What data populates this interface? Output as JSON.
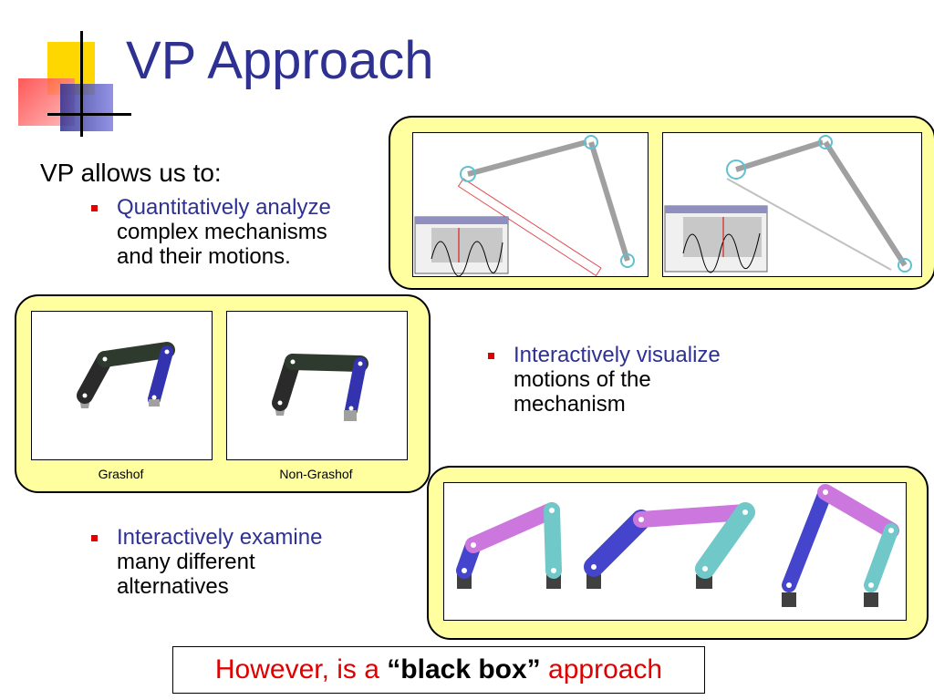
{
  "slide": {
    "title": "VP Approach",
    "intro": "VP allows us to:",
    "bullets": [
      {
        "highlight": "Quantitatively analyze",
        "rest_lines": [
          "complex mechanisms",
          "and their motions."
        ]
      },
      {
        "highlight": "Interactively visualize",
        "rest_lines": [
          "motions of the",
          "mechanism"
        ]
      },
      {
        "highlight": "Interactively examine",
        "rest_lines": [
          "many different",
          "alternatives"
        ]
      }
    ],
    "captions": {
      "left": "Grashof",
      "right": "Non-Grashof"
    },
    "conclusion": {
      "prefix": "However, is a ",
      "emphasis": "“black box”",
      "suffix": " approach"
    }
  },
  "colors": {
    "title": "#2e3192",
    "highlight": "#2e3192",
    "bullet_marker": "#e00000",
    "panel": "#ffffa0",
    "conclusion_text": "#e00000"
  }
}
